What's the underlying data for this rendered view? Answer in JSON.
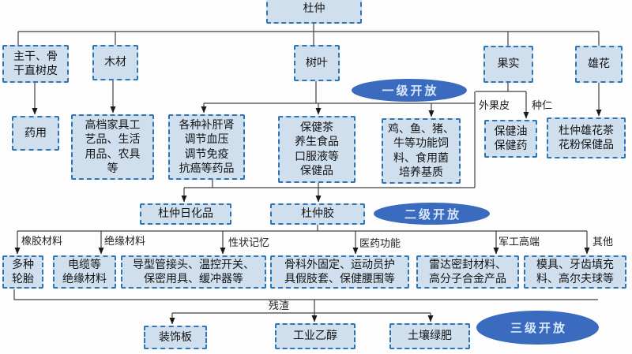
{
  "diagram": {
    "nodes": [
      {
        "id": "root",
        "label": "杜仲"
      },
      {
        "id": "trunk-bark",
        "label": "主干、骨\n干直树皮"
      },
      {
        "id": "wood",
        "label": "木材"
      },
      {
        "id": "leaves",
        "label": "树叶"
      },
      {
        "id": "fruit",
        "label": "果实"
      },
      {
        "id": "male-flower",
        "label": "雄花"
      },
      {
        "id": "medicinal-use",
        "label": "药用"
      },
      {
        "id": "furniture",
        "label": "高档家具工\n艺品、生活\n用品、农具\n等"
      },
      {
        "id": "medicines",
        "label": "各种补肝肾\n调节血压\n调节免疫\n抗癌等药品"
      },
      {
        "id": "health-tea",
        "label": "保健茶\n养生食品\n口服液等\n保健品"
      },
      {
        "id": "functional-feed",
        "label": "鸡、鱼、猪、\n牛等功能饲\n料、食用菌\n培养基质"
      },
      {
        "id": "health-oil",
        "label": "保健油\n保健药"
      },
      {
        "id": "male-flower-tea",
        "label": "杜仲雄花茶\n花粉保健品"
      },
      {
        "id": "daily-chemicals",
        "label": "杜仲日化品"
      },
      {
        "id": "gum",
        "label": "杜仲胶"
      },
      {
        "id": "tires",
        "label": "多种\n轮胎"
      },
      {
        "id": "cables",
        "label": "电缆等\n绝缘材料"
      },
      {
        "id": "pipe-fittings",
        "label": "导型管接头、温控开关、\n保密用具、缓冲器等"
      },
      {
        "id": "orthopedic",
        "label": "骨科外固定、运动员护\n具假肢套、保健腰围等"
      },
      {
        "id": "radar-seals",
        "label": "雷达密封材料、\n高分子合金产品"
      },
      {
        "id": "molds",
        "label": "模具、牙齿填充\n料、高尔夫球等"
      },
      {
        "id": "decorative-board",
        "label": "装饰板"
      },
      {
        "id": "industrial-ethanol",
        "label": "工业乙醇"
      },
      {
        "id": "soil-manure",
        "label": "土壤绿肥"
      }
    ],
    "stages": [
      {
        "id": "stage-1",
        "label": "一级开放"
      },
      {
        "id": "stage-2",
        "label": "二级开放"
      },
      {
        "id": "stage-3",
        "label": "三级开放"
      }
    ],
    "edge_labels": [
      {
        "id": "outer-pericarp",
        "text": "外果皮"
      },
      {
        "id": "kernel",
        "text": "种仁"
      },
      {
        "id": "rubber-material",
        "text": "橡胶材料"
      },
      {
        "id": "insulation-material",
        "text": "绝缘材料"
      },
      {
        "id": "shape-memory",
        "text": "性状记忆"
      },
      {
        "id": "medical-function",
        "text": "医药功能"
      },
      {
        "id": "military-highend",
        "text": "军工高端"
      },
      {
        "id": "other",
        "text": "其他"
      },
      {
        "id": "residue",
        "text": "残渣"
      }
    ],
    "colors": {
      "node_fill": "#cfdfee",
      "node_border": "#2e75b6",
      "stage_fill": "#3a6bbf",
      "stage_text": "#d9e7fb",
      "line": "#404040",
      "background": "#fdfdfd"
    }
  }
}
